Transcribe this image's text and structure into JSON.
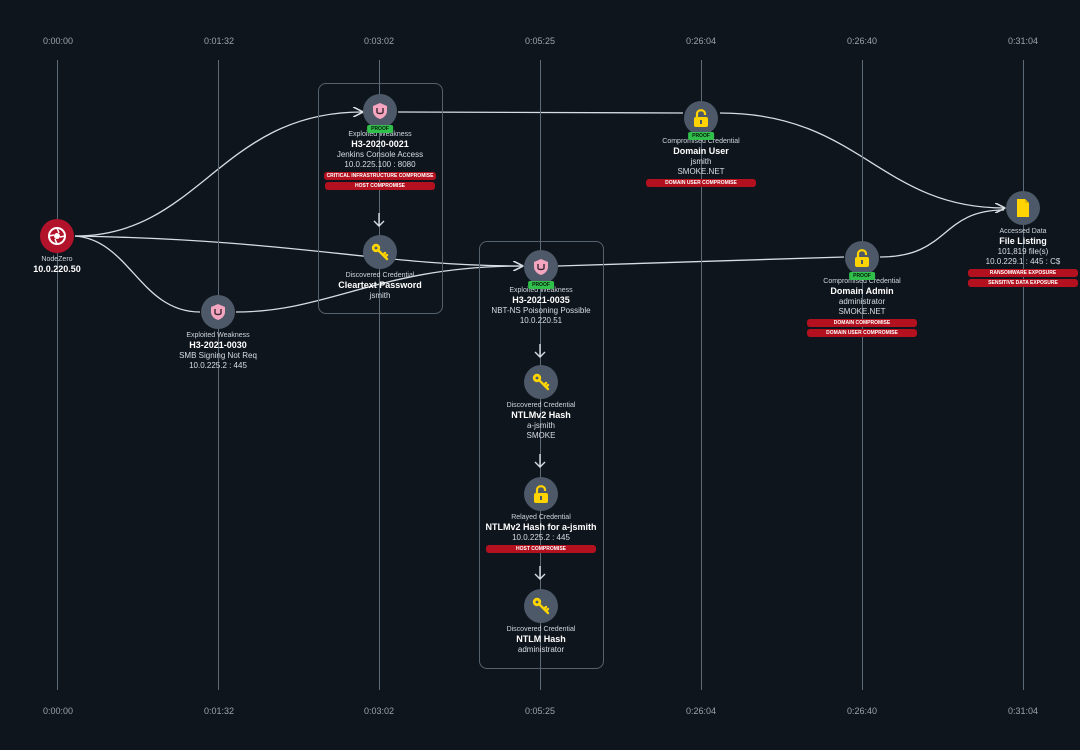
{
  "timeline": [
    "0:00:00",
    "0:01:32",
    "0:03:02",
    "0:05:25",
    "0:26:04",
    "0:26:40",
    "0:31:04"
  ],
  "nodes": {
    "nodezero": {
      "type": "NodeZero",
      "ip": "10.0.220.50"
    },
    "n1": {
      "type": "Exploited Weakness",
      "id": "H3-2021-0030",
      "desc": "SMB Signing Not Req",
      "target": "10.0.225.2 : 445"
    },
    "n2": {
      "type": "Exploited Weakness",
      "id": "H3-2020-0021",
      "desc": "Jenkins Console Access",
      "target": "10.0.225.100 : 8080",
      "proof": "PROOF",
      "badges": [
        "CRITICAL INFRASTRUCTURE COMPROMISE",
        "HOST COMPROMISE"
      ]
    },
    "n3": {
      "type": "Discovered Credential",
      "name": "Cleartext Password",
      "user": "jsmith"
    },
    "n4": {
      "type": "Exploited Weakness",
      "id": "H3-2021-0035",
      "desc": "NBT-NS Poisoning Possible",
      "target": "10.0.220.51",
      "proof": "PROOF"
    },
    "n5": {
      "type": "Discovered Credential",
      "name": "NTLMv2 Hash",
      "user": "a-jsmith",
      "domain": "SMOKE"
    },
    "n6": {
      "type": "Relayed Credential",
      "name": "NTLMv2 Hash for a-jsmith",
      "target": "10.0.225.2 : 445",
      "badges": [
        "HOST COMPROMISE"
      ]
    },
    "n7": {
      "type": "Discovered Credential",
      "name": "NTLM Hash",
      "user": "administrator"
    },
    "n8": {
      "type": "Compromised Credential",
      "name": "Domain User",
      "user": "jsmith",
      "domain": "SMOKE.NET",
      "proof": "PROOF",
      "badges": [
        "DOMAIN USER COMPROMISE"
      ]
    },
    "n9": {
      "type": "Compromised Credential",
      "name": "Domain Admin",
      "user": "administrator",
      "domain": "SMOKE.NET",
      "proof": "PROOF",
      "badges": [
        "DOMAIN COMPROMISE",
        "DOMAIN USER COMPROMISE"
      ]
    },
    "n10": {
      "type": "Accessed Data",
      "name": "File Listing",
      "count": "101,819 file(s)",
      "target": "10.0.229.1 : 445 : C$",
      "badges": [
        "RANSOMWARE EXPOSURE",
        "SENSITIVE DATA EXPOSURE"
      ]
    }
  },
  "colors": {
    "background": "#0f151c",
    "node_icon": "#4d5968",
    "proof": "#2fbf4a",
    "badge": "#b3111f",
    "weakness_icon": "#f4a6c0",
    "credential_icon": "#ffd400"
  }
}
